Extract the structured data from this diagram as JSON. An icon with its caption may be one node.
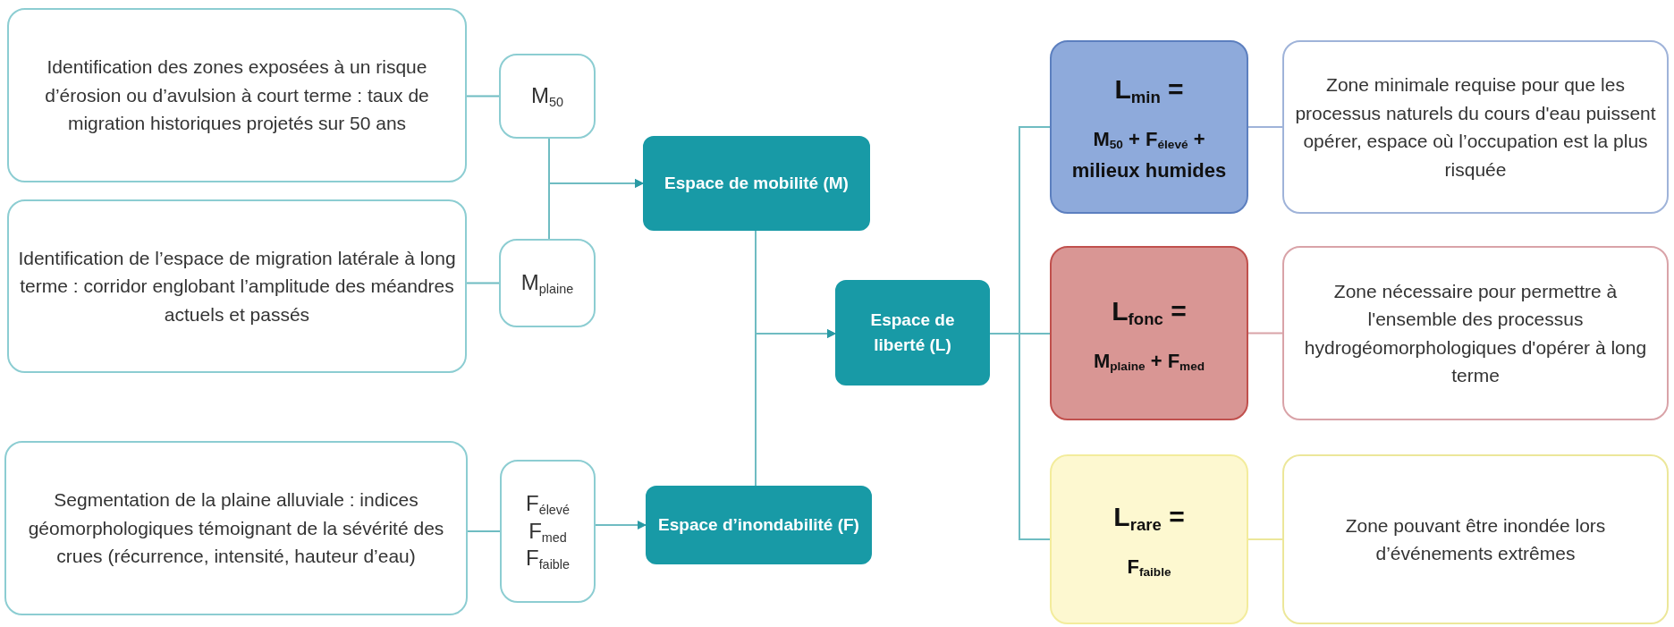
{
  "diagram": {
    "nodes": [
      {
        "text": [
          "Identification des zones exposées à un risque d’érosion ou d’avulsion à court terme : taux de migration historiques projetés sur 50 ans"
        ]
      },
      {
        "text": [
          "M$_{50}$"
        ]
      },
      {
        "text": [
          "Identification de l’espace de migration latérale à long terme : corridor englobant l’amplitude des méandres actuels et passés"
        ]
      },
      {
        "text": [
          "M$_{plaine}$"
        ]
      },
      {
        "text": [
          "Espace de mobilité (M)"
        ]
      },
      {
        "text": [
          "Espace de liberté (L)"
        ]
      },
      {
        "text": [
          "Segmentation de la plaine alluviale : indices géomorphologiques témoignant de la sévérité des crues (récurrence, intensité, hauteur d’eau)"
        ]
      },
      {
        "text": [
          "F$_{élevé}$",
          "F$_{med}$",
          "F$_{faible}$"
        ]
      },
      {
        "text": [
          "Espace d’inondabilité (F)"
        ]
      },
      {
        "text": [
          "L$_{min}$ =",
          "M$_{50}$ + F$_{élevé}$ + milieux humides"
        ]
      },
      {
        "text": [
          "Zone minimale requise pour que les processus naturels du cours d'eau puissent opérer, espace où l’occupation est la plus risquée"
        ]
      },
      {
        "text": [
          "L$_{fonc}$ =",
          "M$_{plaine}$ + F$_{med}$"
        ]
      },
      {
        "text": [
          "Zone nécessaire pour permettre à l'ensemble des processus hydrogéomorphologiques d'opérer à long terme"
        ]
      },
      {
        "text": [
          "L$_{rare}$ =",
          "F$_{faible}$"
        ]
      },
      {
        "text": [
          "Zone pouvant être inondée lors d’événements extrêmes"
        ]
      }
    ],
    "edges": [
      {
        "from": 0,
        "to": 1,
        "arrow": "none"
      },
      {
        "from": 2,
        "to": 3,
        "arrow": "none"
      },
      {
        "from": 1,
        "to": 4,
        "arrow": "to"
      },
      {
        "from": 3,
        "to": 4,
        "arrow": "to"
      },
      {
        "from": 6,
        "to": 7,
        "arrow": "none"
      },
      {
        "from": 7,
        "to": 8,
        "arrow": "to"
      },
      {
        "from": 4,
        "to": 5,
        "arrow": "to"
      },
      {
        "from": 8,
        "to": 5,
        "arrow": "to"
      },
      {
        "from": 5,
        "to": 9,
        "arrow": "none"
      },
      {
        "from": 5,
        "to": 11,
        "arrow": "none"
      },
      {
        "from": 5,
        "to": 13,
        "arrow": "none"
      },
      {
        "from": 9,
        "to": 10,
        "arrow": "none",
        "color": "#9fb3d9"
      },
      {
        "from": 11,
        "to": 12,
        "arrow": "none",
        "color": "#d9a3a8"
      },
      {
        "from": 13,
        "to": 14,
        "arrow": "none",
        "color": "#ece79a"
      }
    ]
  }
}
